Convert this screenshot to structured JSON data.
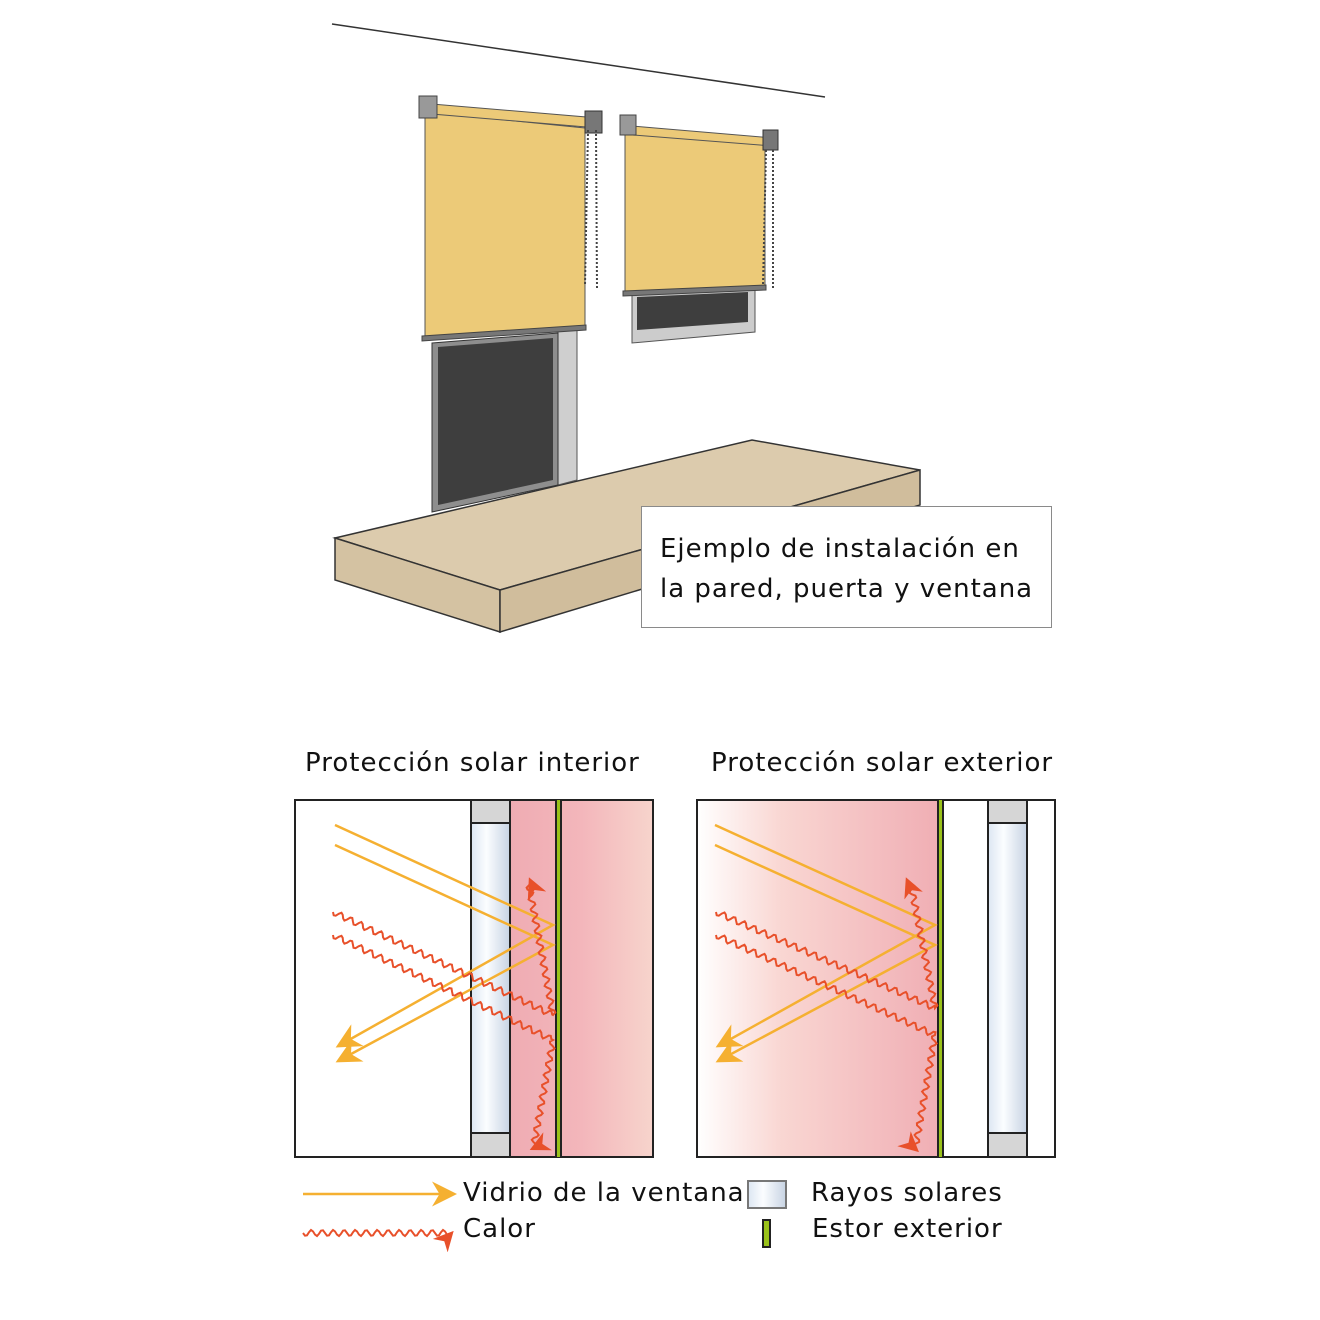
{
  "caption": {
    "line1": "Ejemplo de instalación en",
    "line2": "la pared, puerta y ventana"
  },
  "panels": {
    "interior_title": "Protección solar interior",
    "exterior_title": "Protección solar exterior"
  },
  "legend": {
    "sun_rays": "Vidrio de la ventana",
    "heat": "Calor",
    "glass": "Rayos solares",
    "blind": "Estor exterior"
  },
  "colors": {
    "fabric": "#ecca78",
    "shelf": "#d9c8aa",
    "ray": "#f5b031",
    "heat": "#e8502a",
    "blind": "#9ac21a",
    "pink": "#f2b3b8"
  }
}
